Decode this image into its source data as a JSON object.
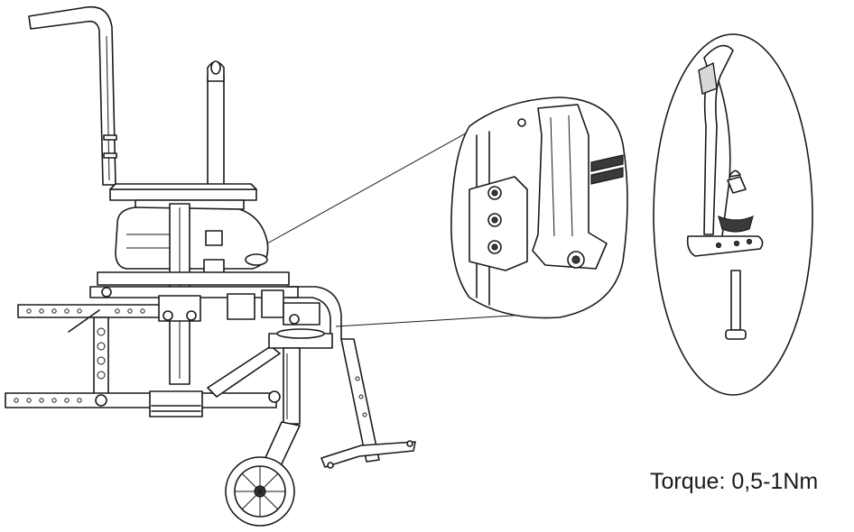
{
  "labels": {
    "torque": "Torque: 0,5-1Nm"
  },
  "icons": {
    "main": "wheelchair-frame-drawing",
    "zoom": "latch-zoom-detail",
    "exploded": "latch-exploded-parts"
  },
  "colors": {
    "line": "#1a1a1a",
    "background": "#ffffff",
    "shade": "#d8d8d8"
  }
}
